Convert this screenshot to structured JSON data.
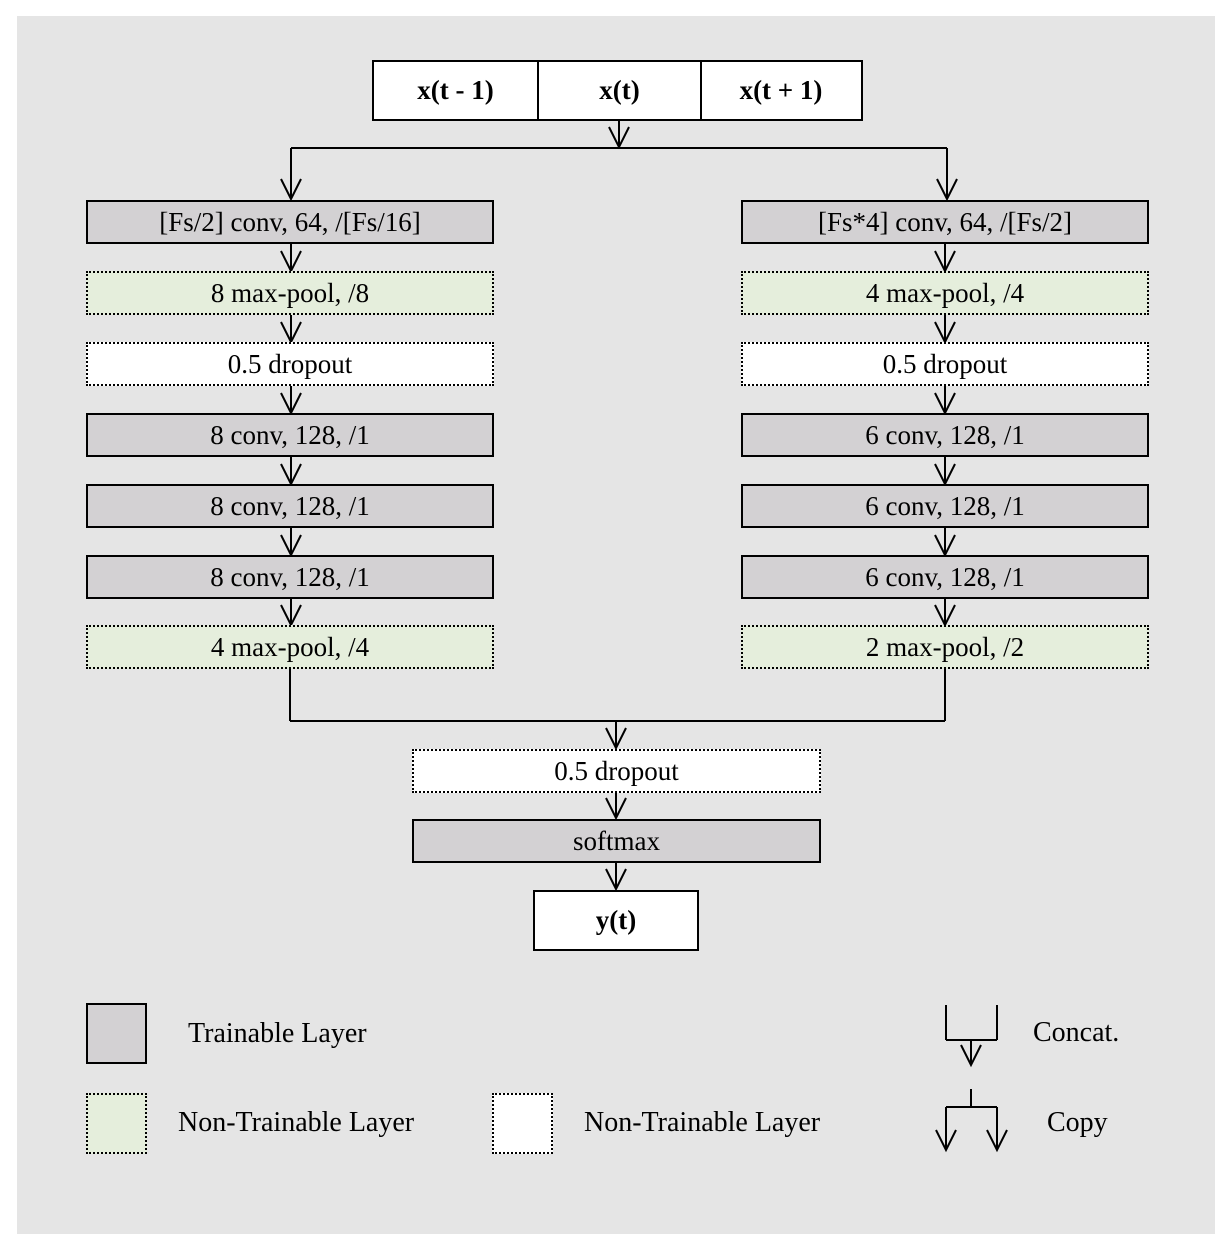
{
  "input": {
    "cells": [
      "x(t - 1)",
      "x(t)",
      "x(t + 1)"
    ]
  },
  "left_branch": [
    {
      "label": "[Fs/2] conv, 64, /[Fs/16]",
      "kind": "trainable"
    },
    {
      "label": "8 max-pool, /8",
      "kind": "nt-green"
    },
    {
      "label": "0.5 dropout",
      "kind": "nt-plain"
    },
    {
      "label": "8 conv, 128, /1",
      "kind": "trainable"
    },
    {
      "label": "8 conv, 128, /1",
      "kind": "trainable"
    },
    {
      "label": "8 conv, 128, /1",
      "kind": "trainable"
    },
    {
      "label": "4 max-pool, /4",
      "kind": "nt-green"
    }
  ],
  "right_branch": [
    {
      "label": "[Fs*4] conv, 64, /[Fs/2]",
      "kind": "trainable"
    },
    {
      "label": "4 max-pool, /4",
      "kind": "nt-green"
    },
    {
      "label": "0.5 dropout",
      "kind": "nt-plain"
    },
    {
      "label": "6 conv, 128, /1",
      "kind": "trainable"
    },
    {
      "label": "6 conv, 128, /1",
      "kind": "trainable"
    },
    {
      "label": "6 conv, 128, /1",
      "kind": "trainable"
    },
    {
      "label": "2 max-pool, /2",
      "kind": "nt-green"
    }
  ],
  "merge": [
    {
      "label": "0.5 dropout",
      "kind": "nt-plain"
    },
    {
      "label": "softmax",
      "kind": "trainable"
    }
  ],
  "output": {
    "label": "y(t)"
  },
  "legend": {
    "trainable": "Trainable Layer",
    "non_trainable_green": "Non-Trainable Layer",
    "non_trainable_plain": "Non-Trainable Layer",
    "concat": "Concat.",
    "copy": "Copy"
  },
  "colors": {
    "background": "#e5e5e5",
    "trainable": "#d3d1d3",
    "non_trainable_green": "#e5eedc",
    "non_trainable_plain": "#ffffff"
  }
}
